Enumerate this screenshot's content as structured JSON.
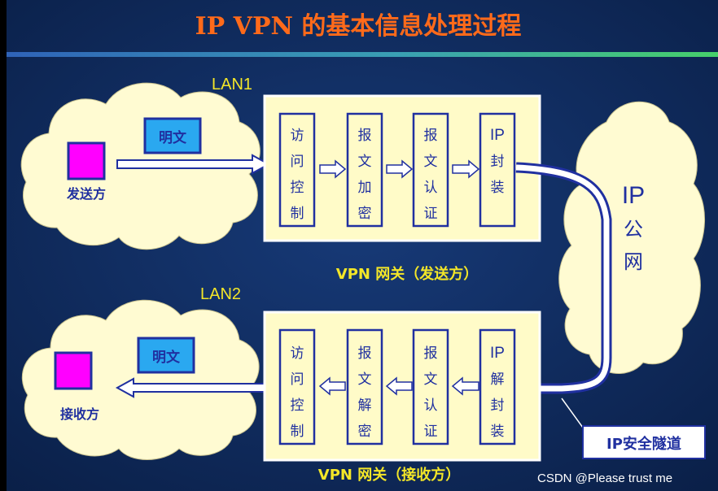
{
  "title": "IP VPN 的基本信息处理过程",
  "colors": {
    "background": "#0d2a5c",
    "title": "#ff6a1a",
    "yellow_text": "#f3e628",
    "cloud": "#fffbd2",
    "gateway_box": "#fffbc8",
    "box_border": "#2030a0",
    "arrow_fill": "#ffffff",
    "arrow_stroke": "#2030a0",
    "terminal": "#ff00ff",
    "plaintext_fill": "#2aa8f0"
  },
  "top": {
    "lan_label": "LAN1",
    "terminal_label": "发送方",
    "plaintext_label": "明文",
    "gateway_label": "VPN 网关（发送方）",
    "steps": [
      {
        "chars": [
          "访",
          "问",
          "控",
          "制"
        ]
      },
      {
        "chars": [
          "报",
          "文",
          "加",
          "密"
        ]
      },
      {
        "chars": [
          "报",
          "文",
          "认",
          "证"
        ]
      },
      {
        "chars": [
          "IP",
          "封",
          "装"
        ]
      }
    ]
  },
  "bottom": {
    "lan_label": "LAN2",
    "terminal_label": "接收方",
    "plaintext_label": "明文",
    "gateway_label": "VPN 网关（接收方）",
    "steps": [
      {
        "chars": [
          "访",
          "问",
          "控",
          "制"
        ]
      },
      {
        "chars": [
          "报",
          "文",
          "解",
          "密"
        ]
      },
      {
        "chars": [
          "报",
          "文",
          "认",
          "证"
        ]
      },
      {
        "chars": [
          "IP",
          "解",
          "封",
          "装"
        ]
      }
    ]
  },
  "network": {
    "chars": [
      "IP",
      "公",
      "网"
    ]
  },
  "tunnel_label": "IP安全隧道",
  "watermark": "CSDN @Please trust me"
}
